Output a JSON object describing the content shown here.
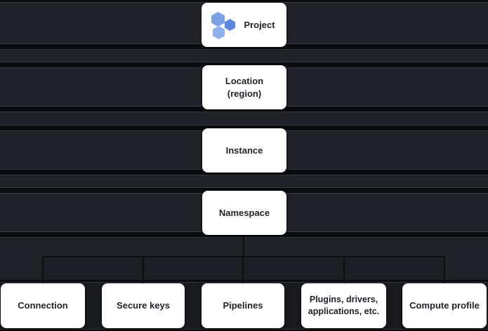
{
  "diagram": {
    "name": "resource-hierarchy",
    "background_color": "#212227",
    "separator_dark": "#0a0b0e",
    "separator_light": "#35383f",
    "node_bg": "#ffffff",
    "node_text_color": "#1f2227",
    "icon_colors": {
      "hex_top_left": "#7aa0e8",
      "hex_right": "#5c86e0",
      "hex_bottom_left": "#8fb1ef"
    },
    "hierarchy": [
      {
        "id": "project",
        "label": "Project",
        "icon": "data-fusion-hexagons-icon"
      },
      {
        "id": "location",
        "label_line1": "Location",
        "label_line2": "(region)"
      },
      {
        "id": "instance",
        "label": "Instance"
      },
      {
        "id": "namespace",
        "label": "Namespace"
      }
    ],
    "children": [
      {
        "id": "connection",
        "label": "Connection"
      },
      {
        "id": "secure-keys",
        "label": "Secure keys"
      },
      {
        "id": "pipelines",
        "label": "Pipelines"
      },
      {
        "id": "plugins",
        "label_line1": "Plugins, drivers,",
        "label_line2": "applications, etc."
      },
      {
        "id": "compute-profile",
        "label": "Compute profile"
      }
    ]
  }
}
